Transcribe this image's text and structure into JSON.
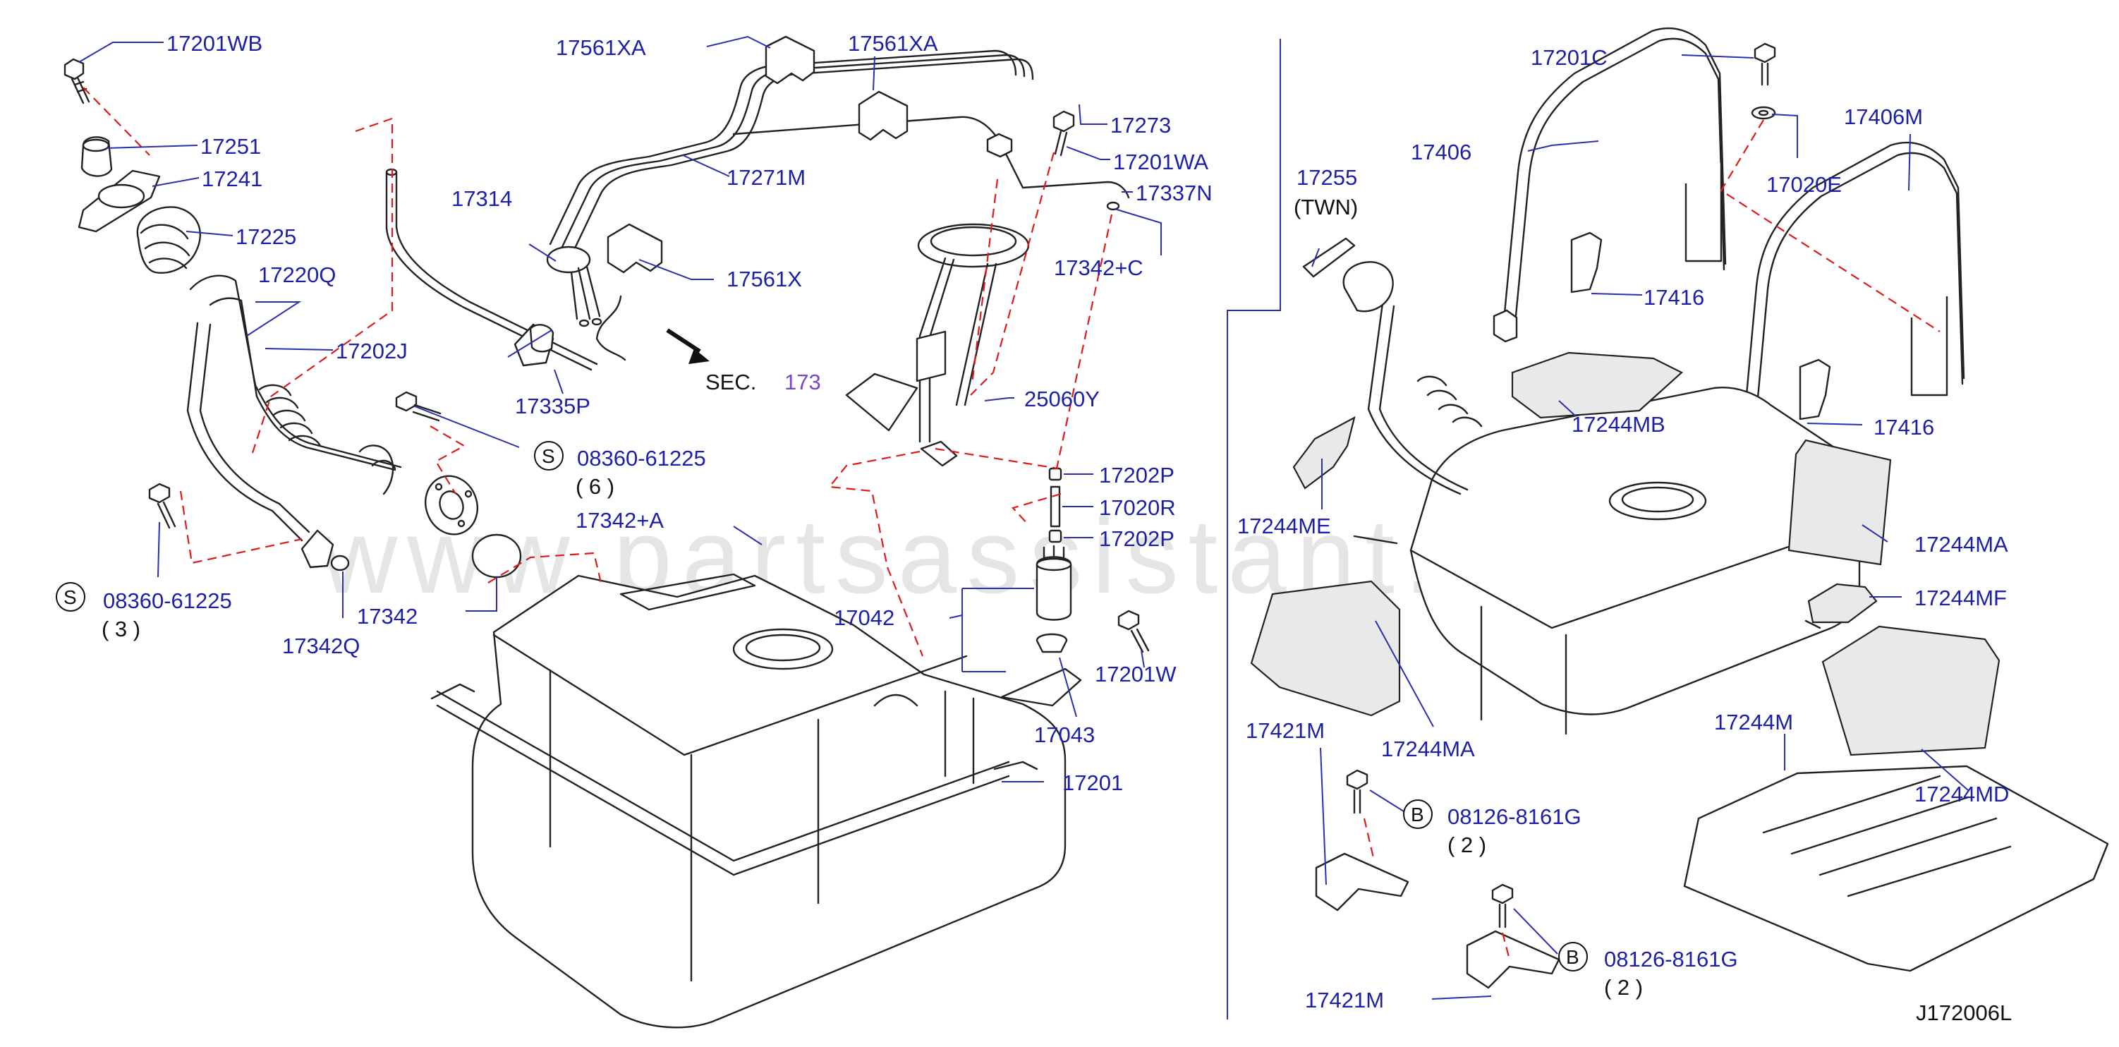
{
  "watermark": "www.partsassistant.com",
  "diagram_code": "J172006L",
  "section_ref": {
    "prefix": "SEC.",
    "number": "173"
  },
  "labels": {
    "p17201WB": "17201WB",
    "p17251": "17251",
    "p17241": "17241",
    "p17225": "17225",
    "p17220Q": "17220Q",
    "p17202J": "17202J",
    "p17314": "17314",
    "p17335P": "17335P",
    "p17561XA_1": "17561XA",
    "p17561XA_2": "17561XA",
    "p17271M": "17271M",
    "p17561X": "17561X",
    "p17273": "17273",
    "p17201WA": "17201WA",
    "p17337N": "17337N",
    "p17342C": "17342+C",
    "p25060Y": "25060Y",
    "p17202P_1": "17202P",
    "p17020R": "17020R",
    "p17202P_2": "17202P",
    "p17042": "17042",
    "p17201W": "17201W",
    "p17043": "17043",
    "p17201": "17201",
    "p17342A": "17342+A",
    "p17342": "17342",
    "p17342Q": "17342Q",
    "p17201C": "17201C",
    "p17406": "17406",
    "p17406M": "17406M",
    "p17020E": "17020E",
    "p17255": "17255",
    "p17255_note": "(TWN)",
    "p17416_1": "17416",
    "p17416_2": "17416",
    "p17244MB": "17244MB",
    "p17244ME": "17244ME",
    "p17244MA_1": "17244MA",
    "p17244MA_2": "17244MA",
    "p17244MF": "17244MF",
    "p17244M": "17244M",
    "p17244MD": "17244MD",
    "p17421M_1": "17421M",
    "p17421M_2": "17421M"
  },
  "fasteners": [
    {
      "letter": "S",
      "code": "08360-61225",
      "qty": "( 6 )"
    },
    {
      "letter": "S",
      "code": "08360-61225",
      "qty": "( 3 )"
    },
    {
      "letter": "B",
      "code": "08126-8161G",
      "qty": "( 2 )"
    },
    {
      "letter": "B",
      "code": "08126-8161G",
      "qty": "( 2 )"
    }
  ],
  "colors": {
    "label": "#1c1fa8",
    "leader": "#2a2fb0",
    "dashed_guide": "#e01919",
    "line_art": "#222222",
    "section_number": "#7a45c8",
    "watermark": "#cfcfcf"
  }
}
